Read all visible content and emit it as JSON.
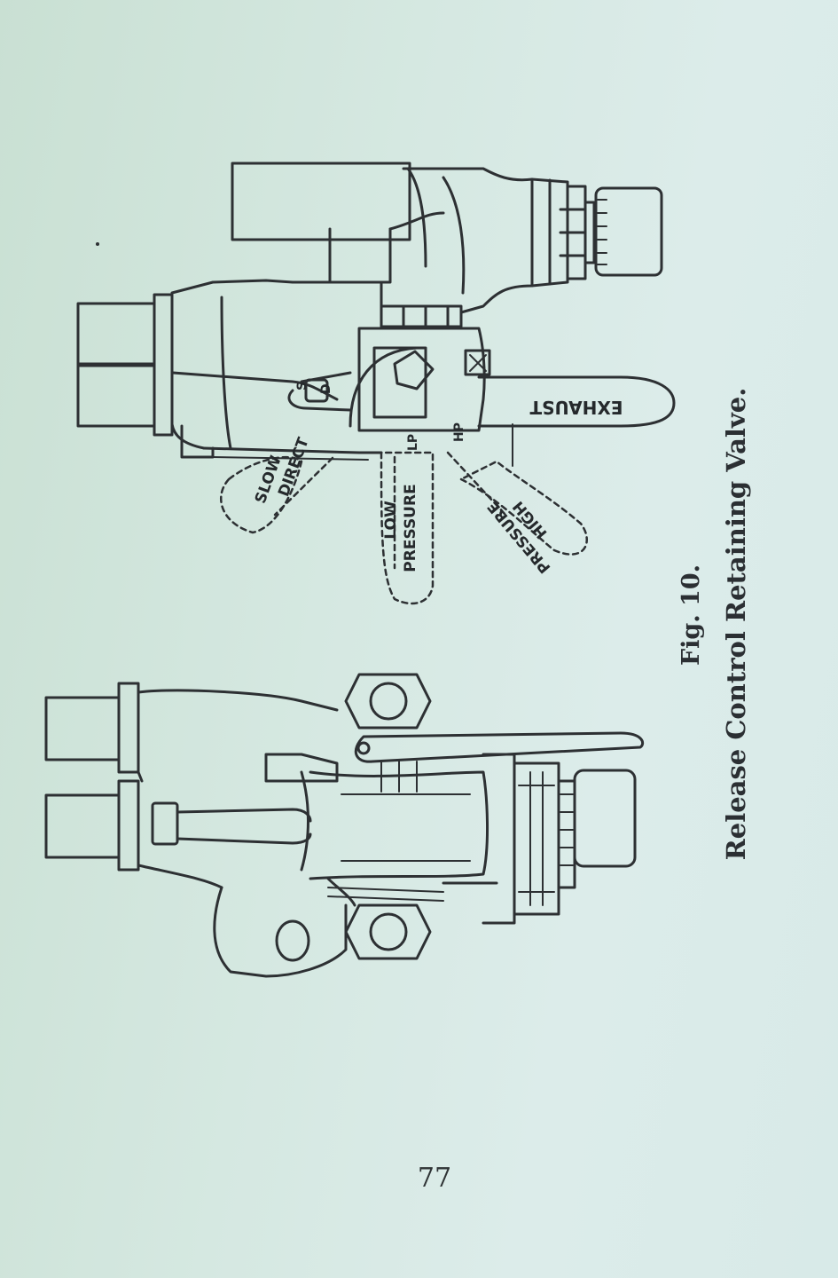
{
  "figure": {
    "number": "Fig. 10.",
    "title": "Release Control Retaining Valve."
  },
  "labels": {
    "slow_direct_line1": "SLOW",
    "slow_direct_line2": "DIRECT",
    "low_pressure_line1": "LOW",
    "low_pressure_line2": "PRESSURE",
    "high_pressure_line1": "HIGH",
    "high_pressure_line2": "PRESSURE",
    "exhaust": "EXHAUST",
    "handle_s": "S",
    "handle_d": "D",
    "handle_lp": "LP",
    "handle_hp": "HP"
  },
  "page_number": "77"
}
